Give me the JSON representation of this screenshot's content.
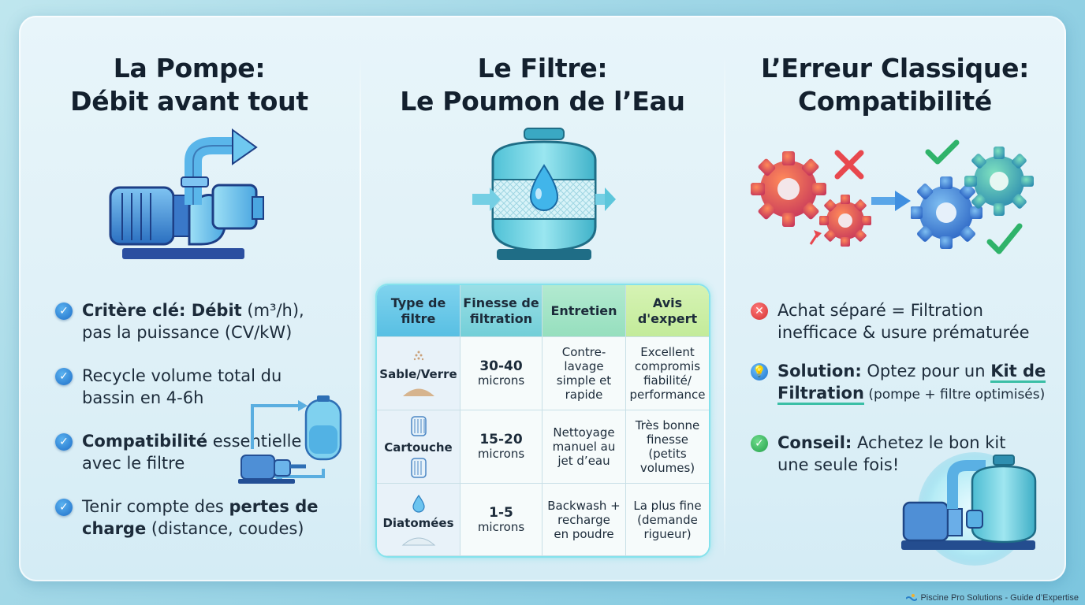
{
  "columns": {
    "pompe": {
      "title_line1": "La Pompe:",
      "title_line2": "Débit avant tout",
      "bullets": [
        {
          "bold": "Critère clé: Débit",
          "rest1": " (m³/h),",
          "line2": "pas la puissance (CV/kW)"
        },
        {
          "line1": "Recycle volume total du",
          "line2": "bassin en 4-6h"
        },
        {
          "bold": "Compatibilité",
          "rest1": " essentielle",
          "line2": "avec le filtre"
        },
        {
          "pre": "Tenir compte des ",
          "bold": "pertes de",
          "bold2": "charge",
          "rest2": " (distance, coudes)"
        }
      ]
    },
    "filtre": {
      "title_line1": "Le Filtre:",
      "title_line2": "Le Poumon de l’Eau",
      "table": {
        "headers": [
          {
            "line1": "Type de",
            "line2": "filtre"
          },
          {
            "line1": "Finesse de",
            "line2": "filtration"
          },
          {
            "line1": "Entretien",
            "line2": ""
          },
          {
            "line1": "Avis",
            "line2": "d'expert"
          }
        ],
        "rows": [
          {
            "type": "Sable/Verre",
            "finesse_num": "30-40",
            "finesse_unit": "microns",
            "entretien": [
              "Contre-lavage",
              "simple et",
              "rapide"
            ],
            "avis": [
              "Excellent",
              "compromis",
              "fiabilité/",
              "performance"
            ]
          },
          {
            "type": "Cartouche",
            "finesse_num": "15-20",
            "finesse_unit": "microns",
            "entretien": [
              "Nettoyage",
              "manuel au",
              "jet d’eau"
            ],
            "avis": [
              "Très bonne",
              "finesse",
              "(petits",
              "volumes)"
            ]
          },
          {
            "type": "Diatomées",
            "finesse_num": "1-5",
            "finesse_unit": "microns",
            "entretien": [
              "Backwash +",
              "recharge",
              "en poudre"
            ],
            "avis": [
              "La plus fine",
              "(demande",
              "rigueur)"
            ]
          }
        ]
      }
    },
    "erreur": {
      "title_line1": "L’Erreur Classique:",
      "title_line2": "Compatibilité",
      "bullets": [
        {
          "line1": "Achat séparé = Filtration",
          "line2": "inefficace & usure prématurée"
        },
        {
          "bold1": "Solution:",
          "rest1": " Optez pour un ",
          "bold1b": "Kit de",
          "bold2": "Filtration",
          "rest2": " (pompe + filtre optimisés)"
        },
        {
          "bold1": "Conseil:",
          "rest1": " Achetez le bon kit",
          "line2": "une seule fois!"
        }
      ]
    }
  },
  "footer": "Piscine Pro Solutions - Guide d’Expertise",
  "icons": {
    "pompe": "pump-icon",
    "filtre": "sand-filter-icon",
    "gears_bad": "mismatched-gears-icon",
    "gears_good": "matched-gears-icon",
    "kit": "filtration-kit-icon",
    "circuit": "pump-filter-circuit-icon",
    "check": "check-circle-icon",
    "cross": "cross-circle-icon",
    "bulb": "lightbulb-icon"
  },
  "colors": {
    "accent_blue": "#1f6fc8",
    "accent_red": "#d32f2f",
    "accent_green": "#23a04a",
    "teal": "#3bbfa6"
  }
}
